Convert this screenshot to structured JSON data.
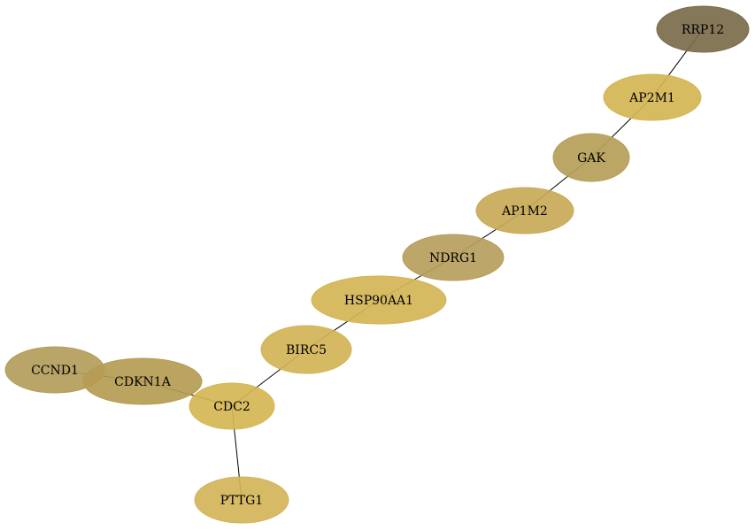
{
  "graph": {
    "nodes": [
      {
        "id": "RRP12",
        "label": "RRP12",
        "color": "#7a6c4a"
      },
      {
        "id": "AP2M1",
        "label": "AP2M1",
        "color": "#d4b552"
      },
      {
        "id": "GAK",
        "label": "GAK",
        "color": "#b59e58"
      },
      {
        "id": "AP1M2",
        "label": "AP1M2",
        "color": "#c8aa58"
      },
      {
        "id": "NDRG1",
        "label": "NDRG1",
        "color": "#b79e5c"
      },
      {
        "id": "HSP90AA1",
        "label": "HSP90AA1",
        "color": "#d2b555"
      },
      {
        "id": "BIRC5",
        "label": "BIRC5",
        "color": "#d3b456"
      },
      {
        "id": "CCND1",
        "label": "CCND1",
        "color": "#b39d5a"
      },
      {
        "id": "CDKN1A",
        "label": "CDKN1A",
        "color": "#b59b52"
      },
      {
        "id": "CDC2",
        "label": "CDC2",
        "color": "#d5b654"
      },
      {
        "id": "PTTG1",
        "label": "PTTG1",
        "color": "#d3b459"
      }
    ],
    "edges": [
      {
        "from": "RRP12",
        "to": "AP2M1"
      },
      {
        "from": "AP2M1",
        "to": "GAK"
      },
      {
        "from": "GAK",
        "to": "AP1M2"
      },
      {
        "from": "AP1M2",
        "to": "NDRG1"
      },
      {
        "from": "NDRG1",
        "to": "HSP90AA1"
      },
      {
        "from": "HSP90AA1",
        "to": "BIRC5"
      },
      {
        "from": "BIRC5",
        "to": "CDC2"
      },
      {
        "from": "CDC2",
        "to": "PTTG1"
      },
      {
        "from": "CDC2",
        "to": "CDKN1A"
      },
      {
        "from": "CDKN1A",
        "to": "CCND1"
      }
    ]
  }
}
